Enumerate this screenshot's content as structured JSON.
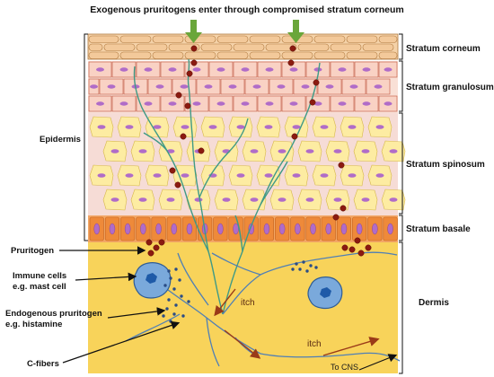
{
  "title": "Exogenous pruritogens enter through compromised stratum corneum",
  "layers": {
    "stratum_corneum": "Stratum corneum",
    "stratum_granulosum": "Stratum granulosum",
    "stratum_spinosum": "Stratum spinosum",
    "stratum_basale": "Stratum basale",
    "dermis": "Dermis"
  },
  "left_labels": {
    "epidermis": "Epidermis",
    "pruritogen": "Pruritogen",
    "immune_cells_line1": "Immune cells",
    "immune_cells_line2": "e.g. mast cell",
    "endogenous_line1": "Endogenous pruritogen",
    "endogenous_line2": "e.g. histamine",
    "c_fibers": "C-fibers"
  },
  "annotations": {
    "itch_1": "itch",
    "itch_2": "itch",
    "to_cns": "To CNS"
  },
  "colors": {
    "corneum_fill": "#f3c99a",
    "corneum_stroke": "#b07a40",
    "granulosum_fill": "#f9d2c4",
    "cell_stroke": "#c0553d",
    "spinosum_fill": "#fdeca2",
    "spinosum_bg": "#f6dcd6",
    "basale_fill": "#ee8a3a",
    "dermis_fill": "#f8d35a",
    "nucleus": "#b06cc8",
    "pruritogen": "#8b1a10",
    "fiber": "#3f9a86",
    "dermis_fiber": "#4f7fb6",
    "immune_cell": "#7aa9db",
    "histamine_dot": "#2a4c86",
    "arrow_green": "#6aa63a",
    "itch_arrow": "#9a3a18"
  },
  "icons": [
    "down-arrow-icon",
    "mast-cell-icon",
    "histamine-dot-icon",
    "pruritogen-dot-icon"
  ]
}
